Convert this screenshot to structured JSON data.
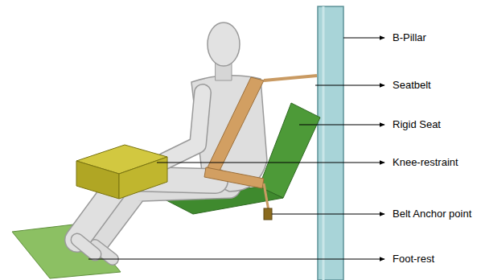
{
  "diagram": {
    "labels": [
      "B-Pillar",
      "Seatbelt",
      "Rigid Seat",
      "Knee-restraint",
      "Belt Anchor point",
      "Foot-rest"
    ]
  }
}
